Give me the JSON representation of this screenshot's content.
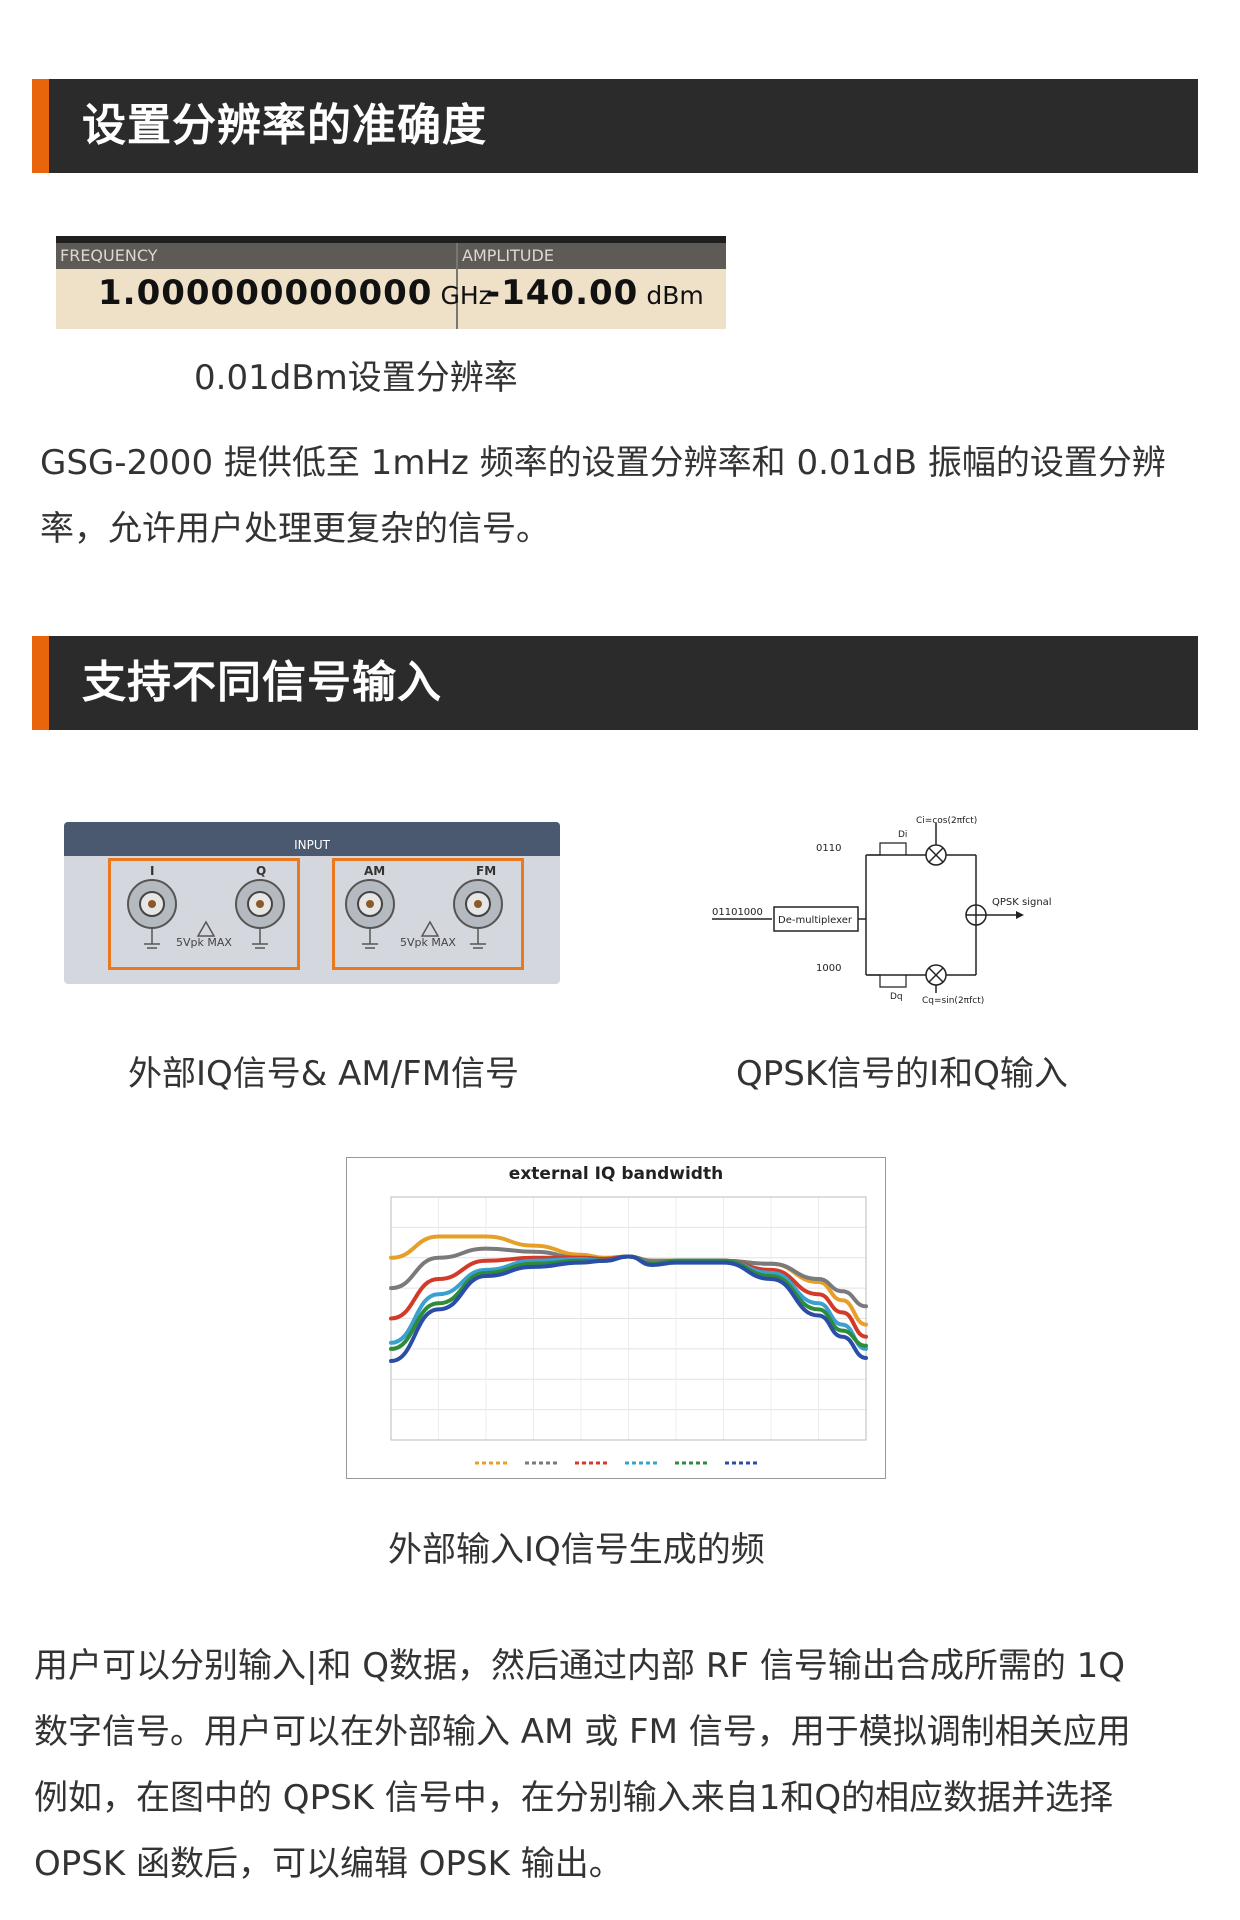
{
  "section1": {
    "title": "设置分辨率的准确度"
  },
  "readout": {
    "freq_header": "FREQUENCY",
    "freq_value": "1.000000000000",
    "freq_unit": "GHz",
    "amp_header": "AMPLITUDE",
    "amp_value": "-140.00",
    "amp_unit": "dBm"
  },
  "caption_resolution": "0.01dBm设置分辨率",
  "para1": "GSG-2000 提供低至 1mHz 频率的设置分辨率和 0.01dB 振幅的设置分辨率，允许用户处理更复杂的信号。",
  "section2": {
    "title": "支持不同信号输入"
  },
  "panel": {
    "header": "INPUT",
    "labels": [
      "I",
      "Q",
      "AM",
      "FM"
    ],
    "warning": "5Vpk MAX"
  },
  "caption_panel": "外部IQ信号& AM/FM信号",
  "qpsk": {
    "input_bits": "01101000",
    "demux": "De-multiplexer",
    "upper_bits": "0110",
    "lower_bits": "1000",
    "di": "Di",
    "dq": "Dq",
    "ci": "Ci=cos(2πfct)",
    "cq": "Cq=sin(2πfct)",
    "output": "QPSK signal"
  },
  "caption_qpsk": "QPSK信号的I和Q输入",
  "chart_data": {
    "type": "line",
    "title": "external IQ bandwidth",
    "xlabel": "",
    "ylabel": "",
    "xlim": [
      -50000000,
      50000000
    ],
    "ylim": [
      -3,
      1
    ],
    "x": [
      -50000000,
      -40000000,
      -30000000,
      -20000000,
      -10000000,
      -5000000,
      0,
      5000000,
      10000000,
      20000000,
      30000000,
      40000000,
      45000000,
      50000000
    ],
    "series": [
      {
        "color": "#e6a02a",
        "values": [
          0.0,
          0.35,
          0.35,
          0.2,
          0.05,
          0.0,
          0.02,
          -0.05,
          -0.05,
          -0.05,
          -0.1,
          -0.4,
          -0.7,
          -1.1
        ]
      },
      {
        "color": "#7a7a7a",
        "values": [
          -0.5,
          0.0,
          0.15,
          0.1,
          0.0,
          -0.02,
          0.02,
          -0.05,
          -0.05,
          -0.05,
          -0.1,
          -0.35,
          -0.55,
          -0.8
        ]
      },
      {
        "color": "#d23a2a",
        "values": [
          -1.0,
          -0.35,
          -0.05,
          0.0,
          0.0,
          -0.02,
          0.02,
          -0.1,
          -0.05,
          -0.05,
          -0.2,
          -0.6,
          -0.9,
          -1.3
        ]
      },
      {
        "color": "#3aa0d0",
        "values": [
          -1.4,
          -0.6,
          -0.2,
          -0.05,
          -0.02,
          -0.05,
          0.02,
          -0.1,
          -0.05,
          -0.05,
          -0.25,
          -0.75,
          -1.1,
          -1.5
        ]
      },
      {
        "color": "#2e8b3a",
        "values": [
          -1.5,
          -0.75,
          -0.25,
          -0.1,
          -0.05,
          -0.05,
          0.02,
          -0.1,
          -0.05,
          -0.05,
          -0.3,
          -0.85,
          -1.2,
          -1.45
        ]
      },
      {
        "color": "#2a4ea8",
        "values": [
          -1.7,
          -0.85,
          -0.3,
          -0.15,
          -0.08,
          -0.05,
          0.02,
          -0.12,
          -0.08,
          -0.08,
          -0.35,
          -0.95,
          -1.3,
          -1.65
        ]
      }
    ]
  },
  "caption_chart": "外部输入IQ信号生成的频",
  "para2_lines": [
    "用户可以分别输入|和 Q数据，然后通过内部 RF 信号输出合成所需的 1Q",
    "数字信号。用户可以在外部输入 AM 或 FM 信号，用于模拟调制相关应用",
    "例如，在图中的 QPSK 信号中，在分别输入来自1和Q的相应数据并选择",
    "OPSK 函数后，可以编辑 OPSK 输出。"
  ]
}
